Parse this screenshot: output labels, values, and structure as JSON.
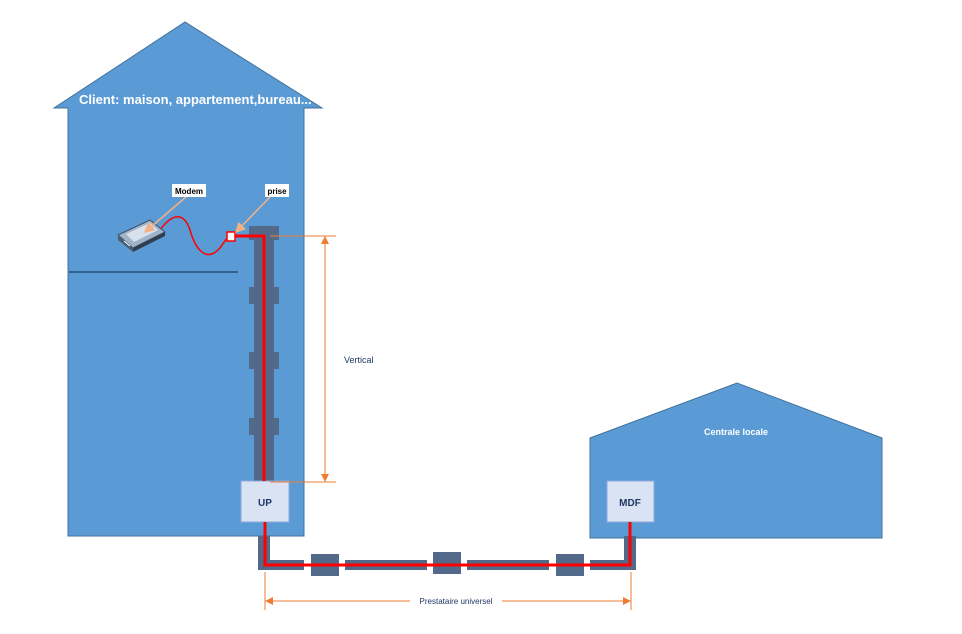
{
  "labels": {
    "client": "Client: maison, appartement,bureau...",
    "modem": "Modem",
    "prise": "prise",
    "vertical": "Vertical",
    "up": "UP",
    "mdf": "MDF",
    "centrale": "Centrale locale",
    "prestataire": "Prestataire universel"
  },
  "colors": {
    "building": "#5b9bd5",
    "building_stroke": "#41719c",
    "conduit": "#53698a",
    "cable": "#ff0000",
    "dimension": "#ed7d31",
    "box_fill": "#dae3f3",
    "box_text": "#1f3864"
  },
  "icons": {
    "modem": "modem-icon"
  }
}
